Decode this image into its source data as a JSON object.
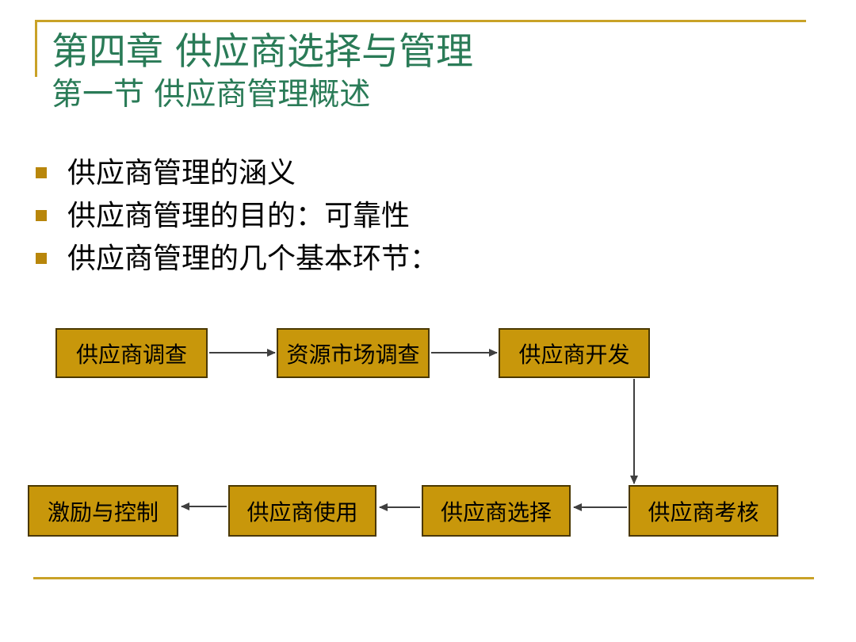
{
  "slide": {
    "title": "第四章 供应商选择与管理",
    "subtitle": "第一节 供应商管理概述",
    "bullets": [
      "供应商管理的涵义",
      "供应商管理的目的：可靠性",
      "供应商管理的几个基本环节："
    ],
    "flowchart": {
      "nodes": {
        "investigation": "供应商调查",
        "resource_market_survey": "资源市场调查",
        "development": "供应商开发",
        "assessment": "供应商考核",
        "selection": "供应商选择",
        "usage": "供应商使用",
        "incentive_control": "激励与控制"
      },
      "connections": [
        {
          "from": "供应商调查",
          "to": "资源市场调查"
        },
        {
          "from": "资源市场调查",
          "to": "供应商开发"
        },
        {
          "from": "供应商开发",
          "to": "供应商考核"
        },
        {
          "from": "供应商考核",
          "to": "供应商选择"
        },
        {
          "from": "供应商选择",
          "to": "供应商使用"
        },
        {
          "from": "供应商使用",
          "to": "激励与控制"
        }
      ]
    },
    "colors": {
      "title_green": "#2A7B57",
      "accent_gold": "#C9A227",
      "bullet_gold": "#B8860B",
      "box_fill": "#C8970B",
      "box_border": "#4A3800",
      "arrow": "#3F3F3F"
    }
  }
}
